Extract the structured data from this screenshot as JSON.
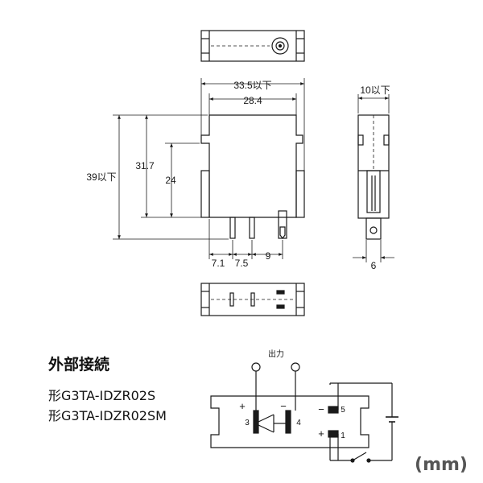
{
  "dimensions": {
    "width_max": "33.5以下",
    "width_inner": "28.4",
    "depth_max": "10以下",
    "height_max": "39以下",
    "height_body": "31.7",
    "height_inner": "24",
    "pitch_1": "7.1",
    "pitch_2": "7.5",
    "pitch_3": "9",
    "pin_width": "6"
  },
  "connection": {
    "heading": "外部接続",
    "model_1": "形G3TA-IDZR02S",
    "model_2": "形G3TA-IDZR02SM",
    "output_label": "出力",
    "pin_3": "3",
    "pin_4": "4",
    "pin_5": "5",
    "pin_1": "1",
    "plus": "+",
    "minus": "−"
  },
  "unit_label": "(mm)"
}
